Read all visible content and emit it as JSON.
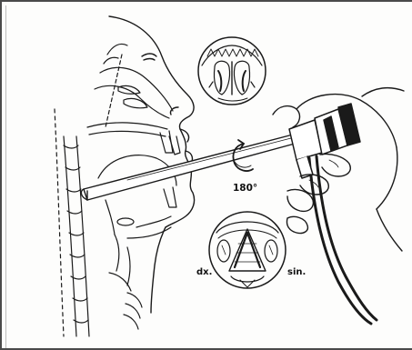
{
  "figure": {
    "rotation_label": "180°",
    "vocal_cord_left_label": "dx.",
    "vocal_cord_right_label": "sin."
  },
  "colors": {
    "ink": "#1a1a1a",
    "paper": "#fdfdfc",
    "frame": "#4a4a4a"
  },
  "icons": [
    "rotation-arrow-icon"
  ]
}
